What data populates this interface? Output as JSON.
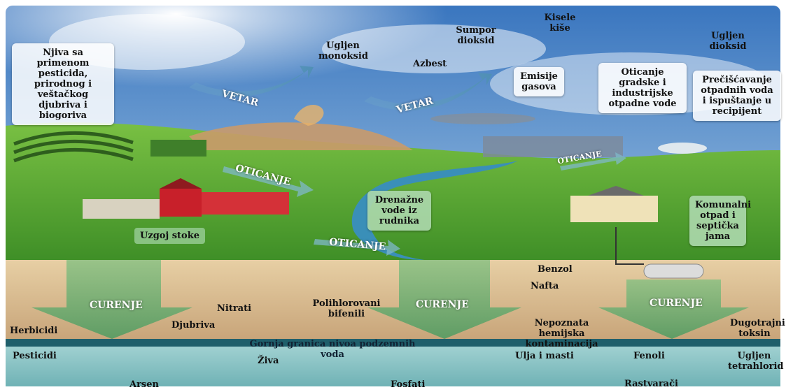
{
  "callouts": {
    "field": "Njiva sa primenom pesticida, prirodnog i veštačkog djubriva i biogoriva",
    "emissions": "Emisije gasova",
    "urban_runoff": "Oticanje gradske i industrijske otpadne vode",
    "wastewater": "Prečišćavanje otpadnih voda i ispuštanje u recipijent",
    "livestock": "Uzgoj stoke",
    "mine": "Drenažne vode iz rudnika",
    "septic": "Komunalni otpad i septička jama"
  },
  "air_labels": {
    "co": "Ugljen monoksid",
    "so2": "Sumpor dioksid",
    "acid_rain": "Kisele kiše",
    "co2": "Ugljen dioksid",
    "asbestos": "Azbest"
  },
  "arrows": {
    "wind": "VETAR",
    "runoff": "OTICANJE",
    "leaching": "CURENJE"
  },
  "soil_labels": {
    "benzene": "Benzol",
    "oil": "Nafta",
    "nitrates": "Nitrati",
    "pcb": "Polihlorovani bifenili",
    "herbicides": "Herbicidi",
    "fertilizers": "Djubriva",
    "unknown": "Nepoznata hemijska kontaminacija",
    "persistent": "Dugotrajni toksin"
  },
  "water_table": "Gornja granica nivoa podzemnih voda",
  "groundwater_labels": {
    "pesticides": "Pesticidi",
    "mercury": "Živa",
    "arsenic": "Arsen",
    "phosphates": "Fosfati",
    "oils": "Ulja i masti",
    "phenols": "Fenoli",
    "solvents": "Rastvarači",
    "ccl4": "Ugljen tetrahlorid"
  },
  "colors": {
    "sky_top": "#3f7fc4",
    "grass": "#5aa832",
    "soil": "#d9b98a",
    "groundwater": "#8fc4c6",
    "water_table": "#1f5f6b",
    "river": "#3a8fb8",
    "barn": "#c8202a"
  }
}
